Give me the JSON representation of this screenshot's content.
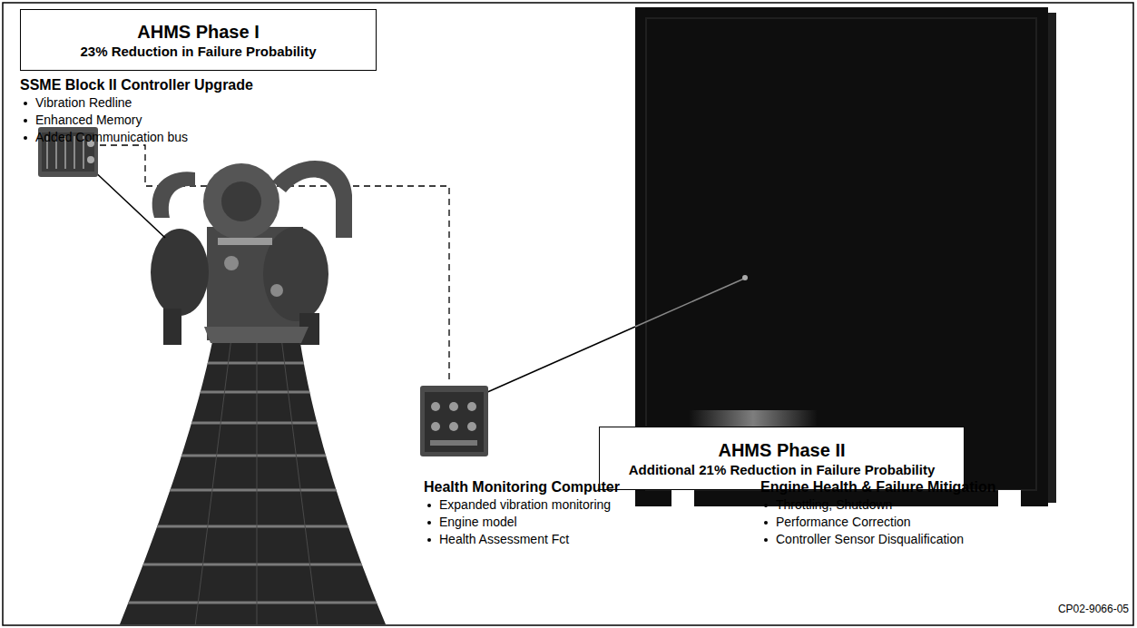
{
  "diagram": {
    "nodes": [
      {
        "text": [
          "AHMS Phase I",
          "23% Reduction in Failure Probability"
        ]
      },
      {
        "text": [
          "AHMS Phase II",
          "Additional 21% Reduction in Failure Probability"
        ]
      }
    ],
    "labels": [
      "SSME Block II Controller Upgrade",
      "Vibration Redline",
      "Enhanced Memory",
      "Added Communication bus",
      "Health Monitoring Computer",
      "Expanded vibration monitoring",
      "Engine model",
      "Health Assessment Fct",
      "Engine Health & Failure Mitigation",
      "Throttling, Shutdown",
      "Performance Correction",
      "Controller Sensor Disqualification",
      "CP02-9066-05"
    ]
  }
}
